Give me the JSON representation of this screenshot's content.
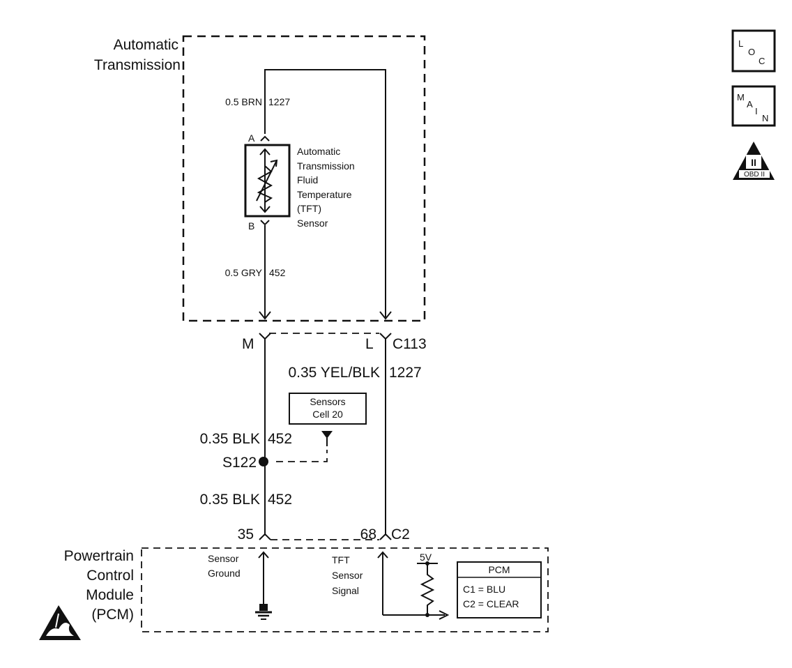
{
  "transmission_box": {
    "title_line1": "Automatic",
    "title_line2": "Transmission",
    "wire_top_color": "0.5 BRN",
    "wire_top_circuit": "1227",
    "wire_bottom_color": "0.5 GRY",
    "wire_bottom_circuit": "452",
    "pin_a": "A",
    "pin_b": "B"
  },
  "tft_sensor": {
    "lines": [
      "Automatic",
      "Transmission",
      "Fluid",
      "Temperature",
      "(TFT)",
      "Sensor"
    ]
  },
  "connector_c113": {
    "pin_m": "M",
    "pin_l": "L",
    "name": "C113"
  },
  "wire_signal": {
    "color": "0.35 YEL/BLK",
    "circuit": "1227"
  },
  "sensors_ref": {
    "line1": "Sensors",
    "line2": "Cell 20"
  },
  "wire_ground_upper": {
    "color": "0.35 BLK",
    "circuit": "452"
  },
  "splice": {
    "name": "S122"
  },
  "wire_ground_lower": {
    "color": "0.35 BLK",
    "circuit": "452"
  },
  "connector_c2": {
    "pin_ground": "35",
    "pin_signal": "68",
    "name": "C2"
  },
  "pcm": {
    "name_line1": "Powertrain",
    "name_line2": "Control",
    "name_line3": "Module",
    "name_line4": "(PCM)",
    "ground_label1": "Sensor",
    "ground_label2": "Ground",
    "signal_label1": "TFT",
    "signal_label2": "Sensor",
    "signal_label3": "Signal",
    "voltage": "5V",
    "legend_title": "PCM",
    "legend_c1": "C1 = BLU",
    "legend_c2": "C2 = CLEAR"
  },
  "icons": {
    "loc": [
      "L",
      "O",
      "C"
    ],
    "main": [
      "M",
      "A",
      "I",
      "N"
    ],
    "obd_numeral": "II",
    "obd_label": "OBD II"
  }
}
